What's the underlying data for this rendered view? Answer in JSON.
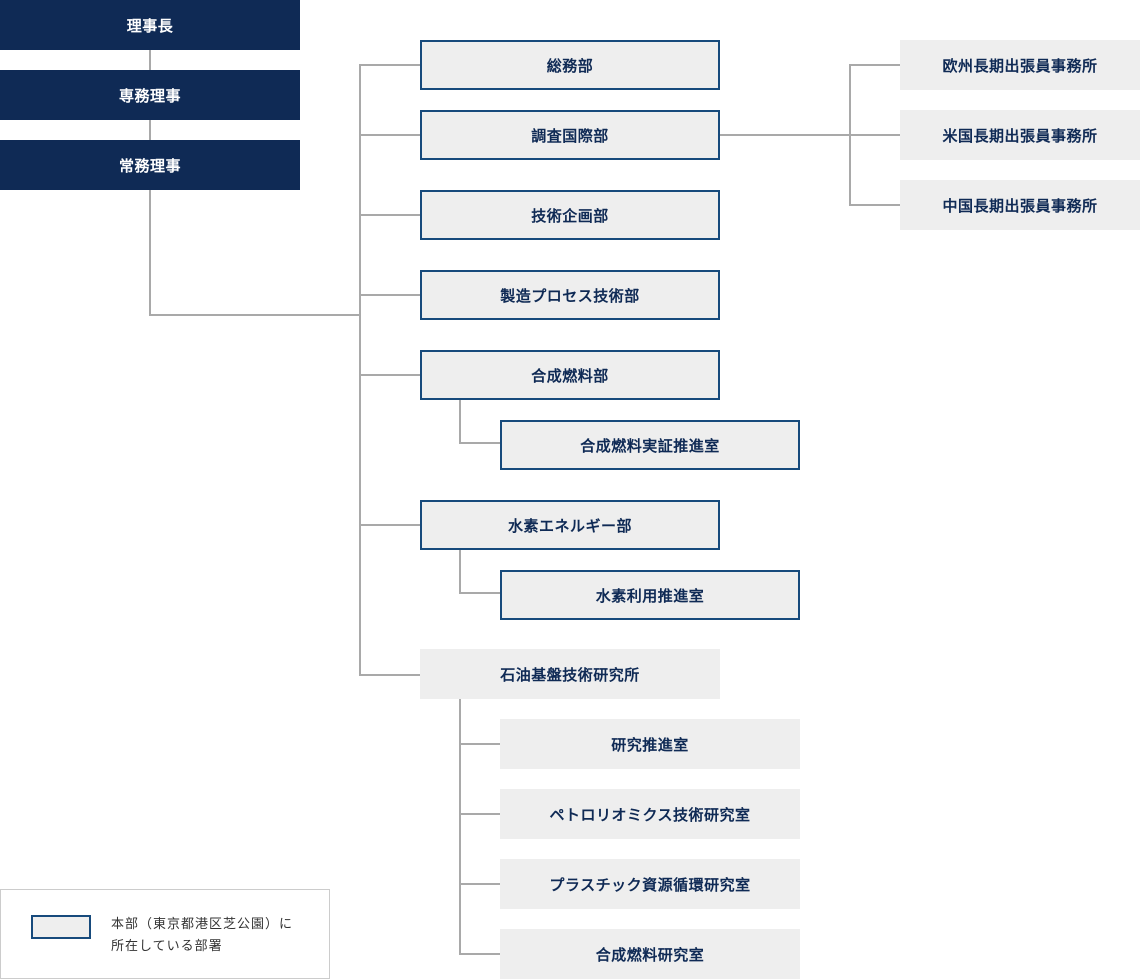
{
  "executives": [
    "理事長",
    "専務理事",
    "常務理事"
  ],
  "departments": {
    "general_affairs": "総務部",
    "research_international": "調査国際部",
    "tech_planning": "技術企画部",
    "process_tech": "製造プロセス技術部",
    "synthetic_fuel": "合成燃料部",
    "synthetic_fuel_demo": "合成燃料実証推進室",
    "hydrogen_energy": "水素エネルギー部",
    "hydrogen_use": "水素利用推進室"
  },
  "overseas_offices": [
    "欧州長期出張員事務所",
    "米国長期出張員事務所",
    "中国長期出張員事務所"
  ],
  "institute": {
    "name": "石油基盤技術研究所",
    "labs": [
      "研究推進室",
      "ペトロリオミクス技術研究室",
      "プラスチック資源循環研究室",
      "合成燃料研究室"
    ]
  },
  "legend": {
    "line1": "本部（東京都港区芝公園）に",
    "line2": "所在している部署"
  },
  "colors": {
    "navy": "#0f2a55",
    "border_blue": "#174a7c",
    "box_gray": "#eeeeee",
    "connector_gray": "#a9a9a9"
  }
}
